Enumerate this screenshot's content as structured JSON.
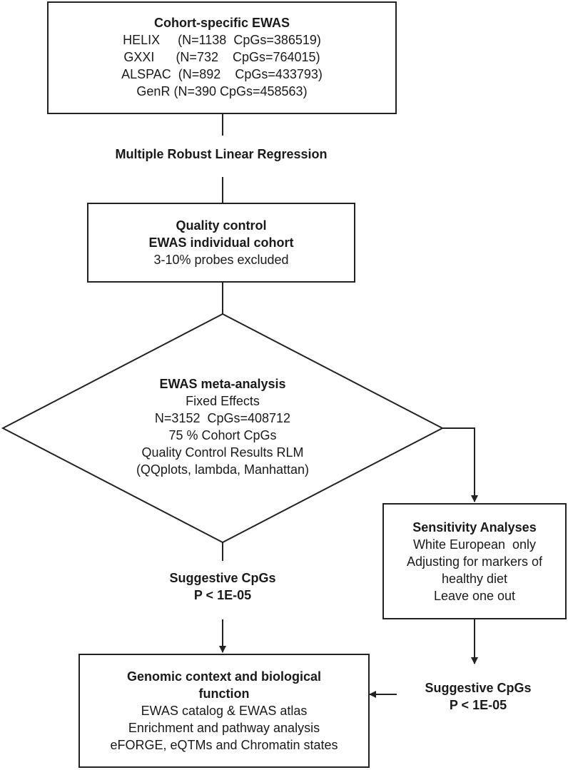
{
  "cohort_box": {
    "title": "Cohort-specific EWAS",
    "rows": [
      "HELIX     (N=1138  CpGs=386519)",
      "GXXI      (N=732    CpGs=764015)",
      "ALSPAC  (N=892    CpGs=433793)",
      "GenR (N=390 CpGs=458563)"
    ]
  },
  "step_regression": "Multiple Robust Linear Regression",
  "qc_box": {
    "title_1": "Quality control",
    "title_2": "EWAS individual cohort",
    "detail": "3-10% probes excluded"
  },
  "meta_diamond": {
    "title": "EWAS meta-analysis",
    "lines": [
      "Fixed Effects",
      "N=3152  CpGs=408712",
      "75 % Cohort CpGs",
      "Quality Control Results RLM",
      "(QQplots, lambda, Manhattan)"
    ]
  },
  "suggestive_main": {
    "line_1": "Suggestive CpGs",
    "line_2": "P < 1E-05"
  },
  "sensitivity_box": {
    "title": "Sensitivity Analyses",
    "lines": [
      "White European  only",
      "Adjusting for markers of",
      "healthy diet",
      "Leave one out"
    ]
  },
  "suggestive_sens": {
    "line_1": "Suggestive CpGs",
    "line_2": "P < 1E-05"
  },
  "genomic_box": {
    "title_1": "Genomic context and biological",
    "title_2": "function",
    "lines": [
      "EWAS catalog & EWAS atlas",
      "Enrichment and pathway analysis",
      "eFORGE, eQTMs and Chromatin states"
    ]
  }
}
